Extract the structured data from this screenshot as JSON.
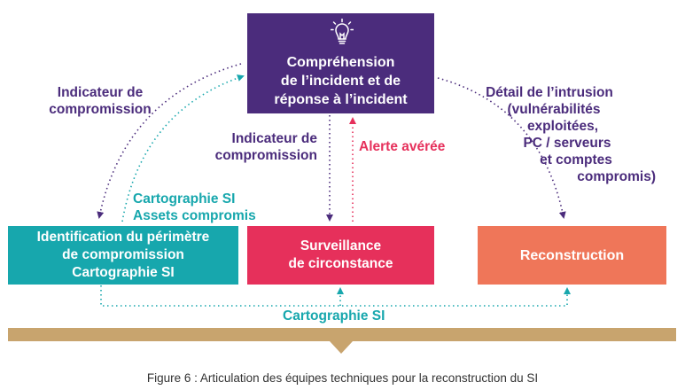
{
  "boxes": {
    "top": {
      "line1": "Compréhension",
      "line2": "de l’incident et de",
      "line3": "réponse à l’incident"
    },
    "left": {
      "line1": "Identification du périmètre",
      "line2": "de compromission",
      "line3": "Cartographie SI"
    },
    "middle": {
      "line1": "Surveillance",
      "line2": "de circonstance"
    },
    "right": {
      "line1": "Reconstruction"
    }
  },
  "labels": {
    "left_ioc": {
      "line1": "Indicateur de",
      "line2": "compromission"
    },
    "center_ioc": {
      "line1": "Indicateur de",
      "line2": "compromission"
    },
    "alert": "Alerte avérée",
    "intrusion": {
      "line1": "Détail de l’intrusion",
      "line2": "(vulnérabilités",
      "line3": "exploitées,",
      "line4": "PC / serveurs",
      "line5": "et comptes",
      "line6": "compromis)"
    },
    "carto_assets": {
      "line1": "Cartographie SI",
      "line2": "Assets compromis"
    },
    "carto_bottom": "Cartographie SI"
  },
  "caption": "Figure 6 : Articulation des équipes techniques pour la reconstruction du SI",
  "icons": {
    "top_box": "lightbulb-icon"
  },
  "colors": {
    "purple": "#4b2c7c",
    "teal": "#17a7ad",
    "red": "#e6305b",
    "orange": "#ef7659",
    "gold": "#c8a46e"
  }
}
